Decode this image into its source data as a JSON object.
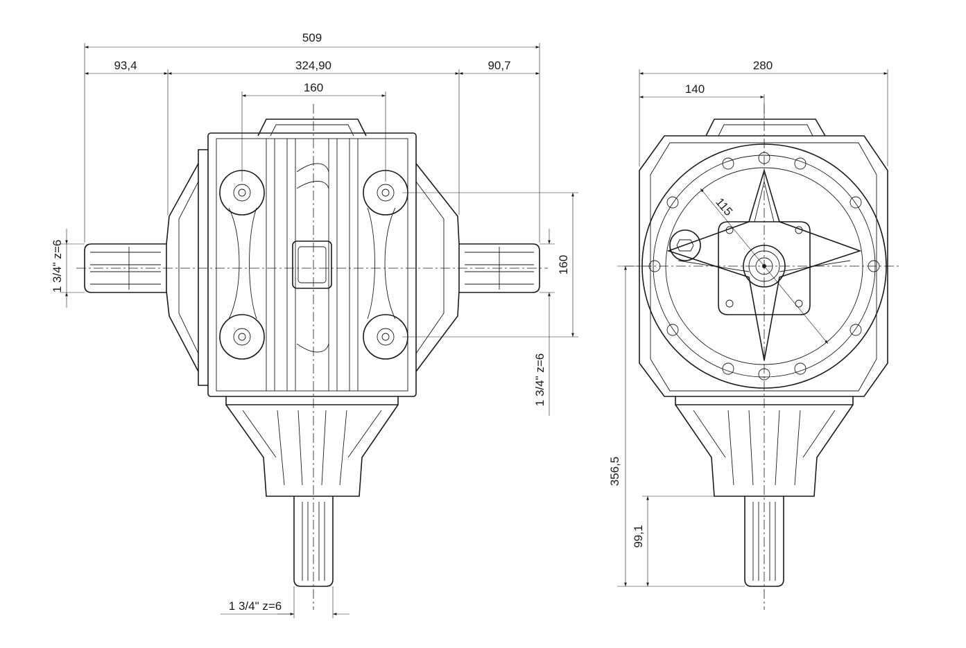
{
  "dimensions": {
    "overall_width": "509",
    "left_shaft": "93,4",
    "body_width": "324,90",
    "right_shaft": "90,7",
    "bolt_spacing_h": "160",
    "bolt_spacing_v": "160",
    "shaft_left": "1 3/4\" z=6",
    "shaft_right": "1 3/4\" z=6",
    "shaft_bottom": "1 3/4\" z=6",
    "side_width": "280",
    "side_half": "140",
    "flange_dia": "115",
    "overall_height": "356,5",
    "shaft_length": "99,1"
  }
}
